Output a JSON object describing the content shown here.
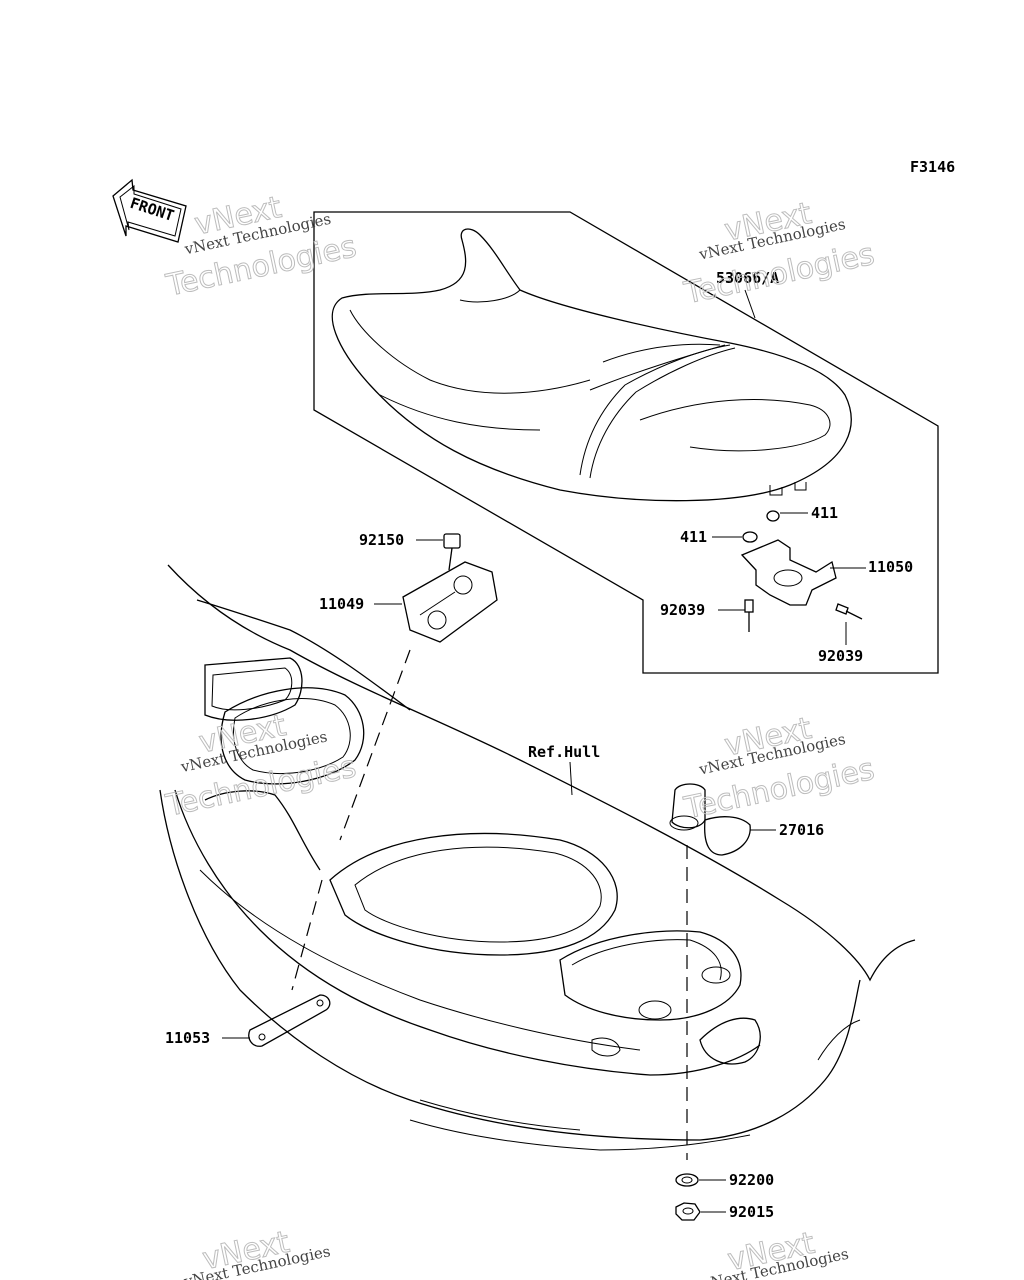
{
  "figure_code": "F3146",
  "front_arrow_label": "FRONT",
  "watermark": {
    "line1": "vNext",
    "line2": "vNext Technologies",
    "line3": "Technologies"
  },
  "parts": {
    "seat": "53066/A",
    "washer_right": "411",
    "washer_left": "411",
    "bracket_right": "11050",
    "pin_left": "92039",
    "pin_right": "92039",
    "bolt": "92150",
    "bracket_left": "11049",
    "plate": "11053",
    "hull_ref": "Ref.Hull",
    "cap": "27016",
    "washer_bottom": "92200",
    "nut": "92015"
  }
}
